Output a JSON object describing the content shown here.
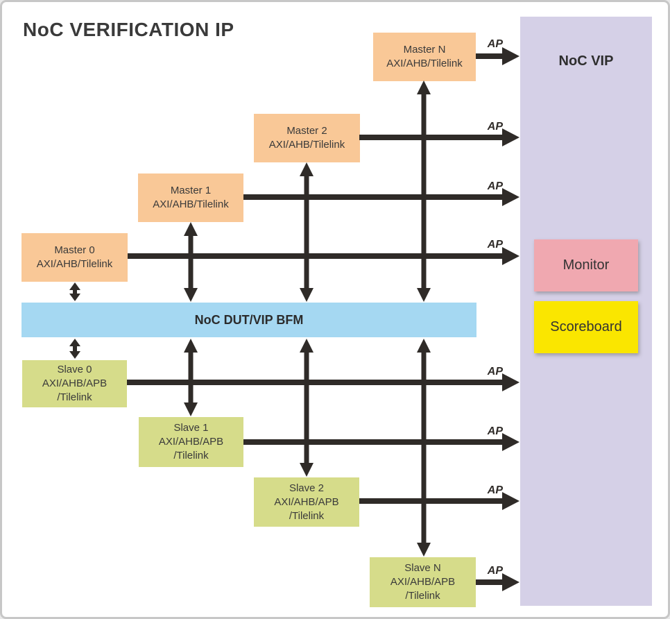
{
  "title": "NoC VERIFICATION IP",
  "ap": "AP",
  "bus": {
    "label": "NoC DUT/VIP BFM"
  },
  "panel": {
    "label": "NoC VIP",
    "monitor": "Monitor",
    "scoreboard": "Scoreboard"
  },
  "masters": [
    {
      "name": "Master 0",
      "bus": "AXI/AHB/Tilelink"
    },
    {
      "name": "Master 1",
      "bus": "AXI/AHB/Tilelink"
    },
    {
      "name": "Master 2",
      "bus": "AXI/AHB/Tilelink"
    },
    {
      "name": "Master N",
      "bus": "AXI/AHB/Tilelink"
    }
  ],
  "slaves": [
    {
      "name": "Slave 0",
      "bus": "AXI/AHB/APB",
      "bus2": "/Tilelink"
    },
    {
      "name": "Slave 1",
      "bus": "AXI/AHB/APB",
      "bus2": "/Tilelink"
    },
    {
      "name": "Slave 2",
      "bus": "AXI/AHB/APB",
      "bus2": "/Tilelink"
    },
    {
      "name": "Slave N",
      "bus": "AXI/AHB/APB",
      "bus2": "/Tilelink"
    }
  ],
  "colors": {
    "master_fill": "#f9c897",
    "slave_fill": "#d6dc8a",
    "bus_fill": "#a5d8f2",
    "panel_fill": "#d5d0e7",
    "monitor_fill": "#f0a8b0",
    "scoreboard_fill": "#fae600",
    "arrow": "#2f2b28",
    "frame_border": "#c7c7c7",
    "text": "#3a3a3a"
  }
}
